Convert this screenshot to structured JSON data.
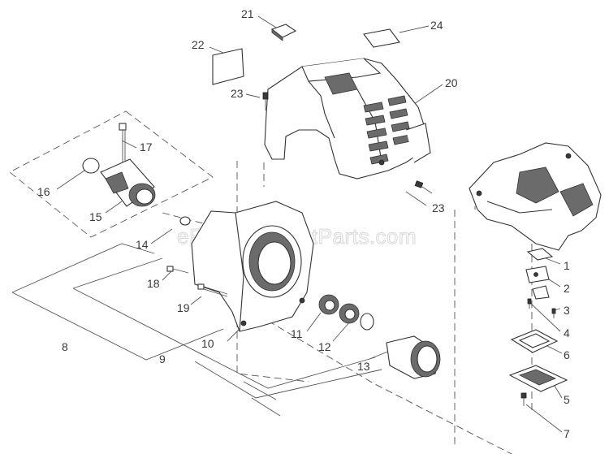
{
  "watermark": "eReplacementParts.com",
  "callouts": [
    {
      "id": "1",
      "label": "1"
    },
    {
      "id": "2",
      "label": "2"
    },
    {
      "id": "3",
      "label": "3"
    },
    {
      "id": "4",
      "label": "4"
    },
    {
      "id": "5",
      "label": "5"
    },
    {
      "id": "6",
      "label": "6"
    },
    {
      "id": "7",
      "label": "7"
    },
    {
      "id": "8",
      "label": "8"
    },
    {
      "id": "9",
      "label": "9"
    },
    {
      "id": "10",
      "label": "10"
    },
    {
      "id": "11",
      "label": "11"
    },
    {
      "id": "12",
      "label": "12"
    },
    {
      "id": "13",
      "label": "13"
    },
    {
      "id": "14",
      "label": "14"
    },
    {
      "id": "15",
      "label": "15"
    },
    {
      "id": "16",
      "label": "16"
    },
    {
      "id": "17",
      "label": "17"
    },
    {
      "id": "18",
      "label": "18"
    },
    {
      "id": "19",
      "label": "19"
    },
    {
      "id": "20",
      "label": "20"
    },
    {
      "id": "21",
      "label": "21"
    },
    {
      "id": "22",
      "label": "22"
    },
    {
      "id": "23a",
      "label": "23"
    },
    {
      "id": "23b",
      "label": "23"
    },
    {
      "id": "24",
      "label": "24"
    }
  ]
}
